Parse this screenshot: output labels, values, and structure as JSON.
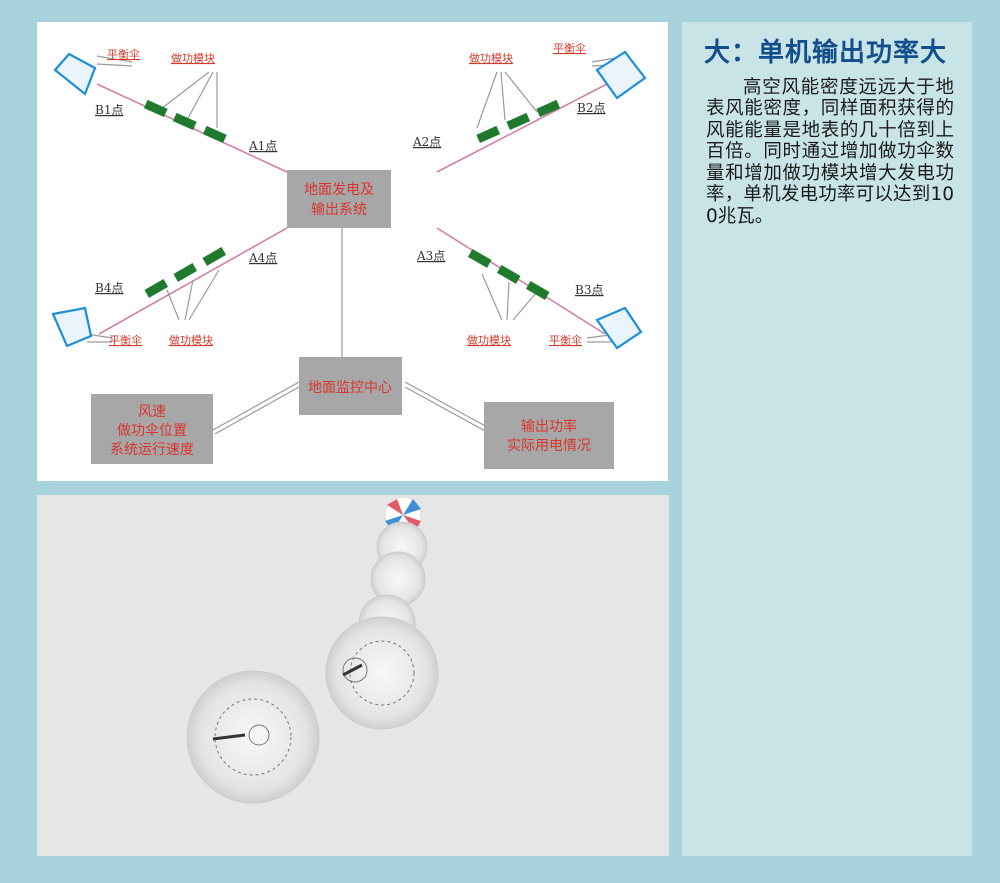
{
  "diagram": {
    "center_box": "地面发电及\n输出系统",
    "monitor_box": "地面监控中心",
    "left_box": "风速\n做功伞位置\n系统运行速度",
    "right_box": "输出功率\n实际用电情况",
    "balance_label": "平衡伞",
    "module_label": "做功模块",
    "points": {
      "A1": "A1点",
      "A2": "A2点",
      "A3": "A3点",
      "A4": "A4点",
      "B1": "B1点",
      "B2": "B2点",
      "B3": "B3点",
      "B4": "B4点"
    },
    "colors": {
      "box_fill": "#a7a7a7",
      "box_text": "#d9352d",
      "tether": "#d47fa8",
      "module": "#1f7a2e",
      "parachute": "#1d8fd6",
      "label_red": "#d33b2b"
    }
  },
  "panel": {
    "title": "大：单机输出功率大",
    "body": "高空风能密度远远大于地表风能密度，同样面积获得的风能能量是地表的几十倍到上百倍。同时通过增加做功伞数量和增加做功模块增大发电功率，单机发电功率可以达到100兆瓦。"
  },
  "photo": {
    "kite_colors": [
      "#e05a6a",
      "#3f8fd8",
      "#ffffff"
    ]
  }
}
